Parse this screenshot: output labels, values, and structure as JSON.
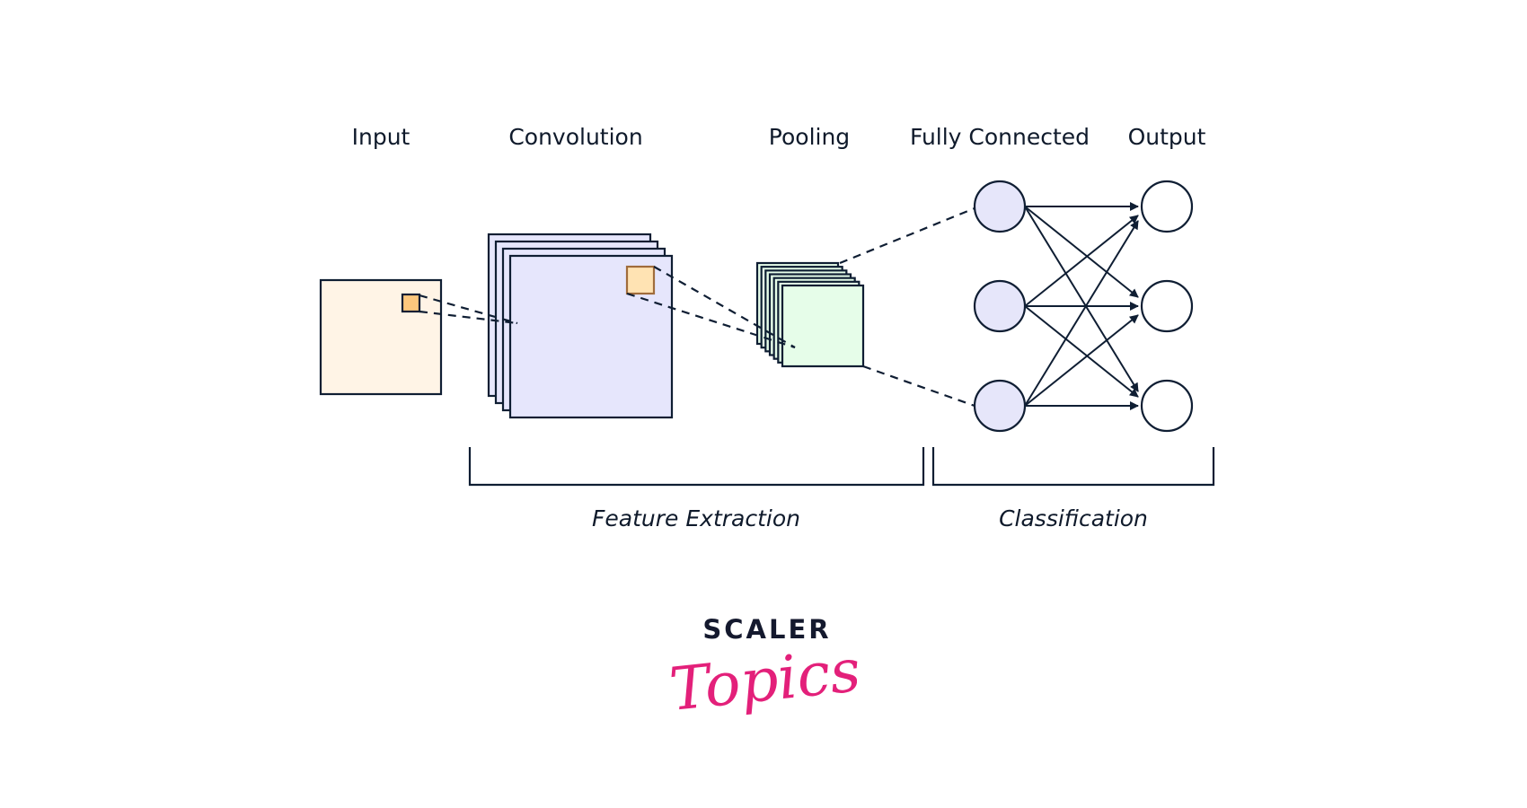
{
  "stages": {
    "input": "Input",
    "convolution": "Convolution",
    "pooling": "Pooling",
    "fully_connected": "Fully Connected",
    "output": "Output"
  },
  "groups": {
    "feature_extraction": "Feature Extraction",
    "classification": "Classification"
  },
  "network": {
    "conv_feature_maps": 4,
    "pooling_feature_maps": 7,
    "fully_connected_nodes": 3,
    "output_nodes": 3
  },
  "colors": {
    "stroke": "#0f1e33",
    "input_fill": "#fff4e6",
    "input_kernel_fill": "#fdc77d",
    "conv_fill": "#e6e6fc",
    "conv_kernel_fill": "#ffe3b3",
    "conv_kernel_stroke": "#a06c3c",
    "pooling_fill": "#e6fde9",
    "fc_node_fill": "#e6e6fa",
    "output_node_fill": "#ffffff",
    "brand_dark": "#14192e",
    "brand_pink": "#e3207a"
  },
  "logo": {
    "top": "SCALER",
    "script": "Topics"
  }
}
